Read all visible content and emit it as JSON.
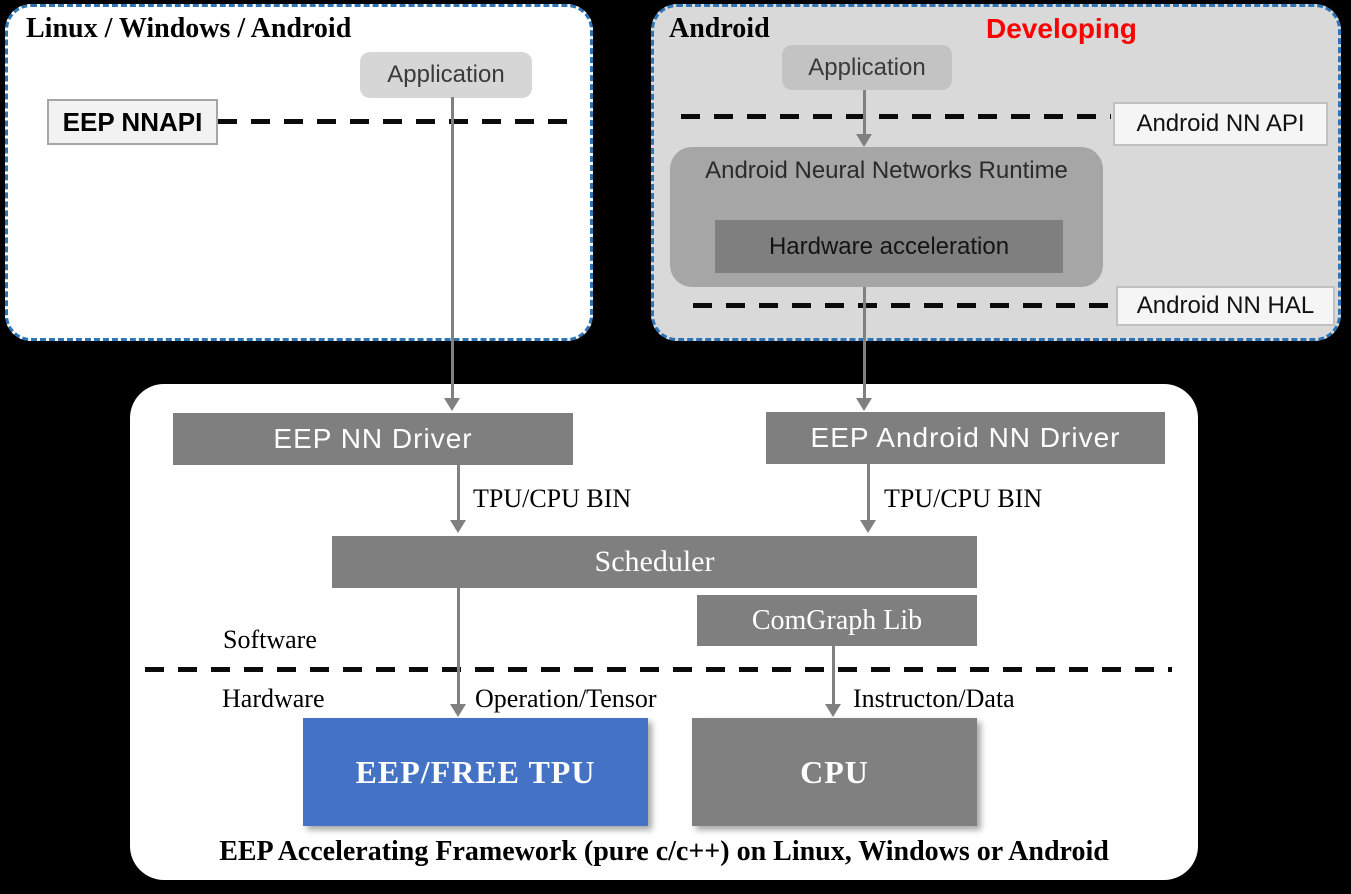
{
  "colors": {
    "background": "#000000",
    "panel_dash_border": "#2E75B6",
    "panel_right_fill": "#D9D9D9",
    "box_gray": "#7F7F7F",
    "runtime_gray": "#A6A6A6",
    "tpu_blue": "#4472C4",
    "developing_red": "#FF0000",
    "arrow_gray": "#808080"
  },
  "top_left_panel": {
    "title": "Linux / Windows / Android",
    "application_label": "Application",
    "eep_nnapi_label": "EEP NNAPI"
  },
  "top_right_panel": {
    "title": "Android",
    "developing_label": "Developing",
    "application_label": "Application",
    "nn_api_label": "Android NN API",
    "runtime_label": "Android Neural Networks Runtime",
    "hw_accel_label": "Hardware acceleration",
    "nn_hal_label": "Android NN HAL"
  },
  "framework_panel": {
    "eep_nn_driver_label": "EEP NN Driver",
    "eep_android_nn_driver_label": "EEP Android NN Driver",
    "tpu_cpu_bin_left_label": "TPU/CPU BIN",
    "tpu_cpu_bin_right_label": "TPU/CPU BIN",
    "scheduler_label": "Scheduler",
    "comgraph_label": "ComGraph Lib",
    "software_label": "Software",
    "hardware_label": "Hardware",
    "operation_tensor_label": "Operation/Tensor",
    "instruction_data_label": "Instructon/Data",
    "tpu_label": "EEP/FREE TPU",
    "cpu_label": "CPU",
    "caption": "EEP Accelerating Framework (pure c/c++) on Linux, Windows or Android"
  }
}
